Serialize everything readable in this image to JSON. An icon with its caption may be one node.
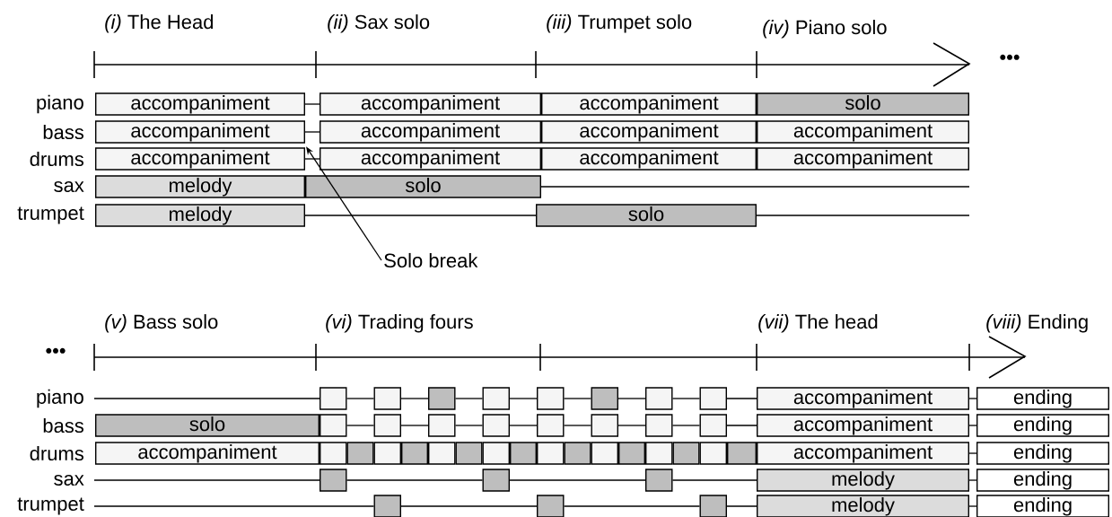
{
  "diagram": {
    "nodes": [
      {
        "text": [
          "accompaniment"
        ]
      },
      {
        "text": [
          "accompaniment"
        ]
      },
      {
        "text": [
          "accompaniment"
        ]
      },
      {
        "text": [
          "solo"
        ]
      },
      {
        "text": [
          "accompaniment"
        ]
      },
      {
        "text": [
          "accompaniment"
        ]
      },
      {
        "text": [
          "accompaniment"
        ]
      },
      {
        "text": [
          "accompaniment"
        ]
      },
      {
        "text": [
          "accompaniment"
        ]
      },
      {
        "text": [
          "accompaniment"
        ]
      },
      {
        "text": [
          "accompaniment"
        ]
      },
      {
        "text": [
          "accompaniment"
        ]
      },
      {
        "text": [
          "melody"
        ]
      },
      {
        "text": [
          "solo"
        ]
      },
      {
        "text": [
          "melody"
        ]
      },
      {
        "text": [
          "solo"
        ]
      },
      {
        "text": [
          "Solo break"
        ]
      },
      {
        "text": [],
        "shape": "box"
      },
      {
        "text": [],
        "shape": "box"
      },
      {
        "text": [],
        "shape": "box"
      },
      {
        "text": [],
        "shape": "box"
      },
      {
        "text": [],
        "shape": "box"
      },
      {
        "text": [],
        "shape": "box"
      },
      {
        "text": [],
        "shape": "box"
      },
      {
        "text": [],
        "shape": "box"
      },
      {
        "text": [
          "accompaniment"
        ]
      },
      {
        "text": [
          "ending"
        ]
      },
      {
        "text": [
          "solo"
        ]
      },
      {
        "text": [],
        "shape": "box"
      },
      {
        "text": [],
        "shape": "box"
      },
      {
        "text": [],
        "shape": "box"
      },
      {
        "text": [],
        "shape": "box"
      },
      {
        "text": [],
        "shape": "box"
      },
      {
        "text": [],
        "shape": "box"
      },
      {
        "text": [],
        "shape": "box"
      },
      {
        "text": [],
        "shape": "box"
      },
      {
        "text": [
          "accompaniment"
        ]
      },
      {
        "text": [
          "ending"
        ]
      },
      {
        "text": [
          "accompaniment"
        ]
      },
      {
        "text": [],
        "shape": "box"
      },
      {
        "text": [],
        "shape": "box"
      },
      {
        "text": [],
        "shape": "box"
      },
      {
        "text": [],
        "shape": "box"
      },
      {
        "text": [],
        "shape": "box"
      },
      {
        "text": [],
        "shape": "box"
      },
      {
        "text": [],
        "shape": "box"
      },
      {
        "text": [],
        "shape": "box"
      },
      {
        "text": [],
        "shape": "box"
      },
      {
        "text": [],
        "shape": "box"
      },
      {
        "text": [],
        "shape": "box"
      },
      {
        "text": [],
        "shape": "box"
      },
      {
        "text": [],
        "shape": "box"
      },
      {
        "text": [],
        "shape": "box"
      },
      {
        "text": [],
        "shape": "box"
      },
      {
        "text": [],
        "shape": "box"
      },
      {
        "text": [
          "accompaniment"
        ]
      },
      {
        "text": [
          "ending"
        ]
      },
      {
        "text": [],
        "shape": "box"
      },
      {
        "text": [],
        "shape": "box"
      },
      {
        "text": [],
        "shape": "box"
      },
      {
        "text": [
          "melody"
        ]
      },
      {
        "text": [
          "ending"
        ]
      },
      {
        "text": [],
        "shape": "box"
      },
      {
        "text": [],
        "shape": "box"
      },
      {
        "text": [],
        "shape": "box"
      },
      {
        "text": [
          "melody"
        ]
      },
      {
        "text": [
          "ending"
        ]
      }
    ],
    "edges": [
      {
        "from": 0,
        "to": 1,
        "arrow": "none"
      },
      {
        "from": 4,
        "to": 5,
        "arrow": "none"
      },
      {
        "from": 8,
        "to": 9,
        "arrow": "none"
      },
      {
        "from": 13,
        "to": null,
        "arrow": "none"
      },
      {
        "from": 14,
        "to": 15,
        "arrow": "none"
      },
      {
        "from": 15,
        "to": null,
        "arrow": "none"
      },
      {
        "from": 16,
        "to": 8,
        "arrow": "to"
      },
      {
        "from": null,
        "to": 17,
        "arrow": "none"
      },
      {
        "from": 17,
        "to": 18,
        "arrow": "none"
      },
      {
        "from": 18,
        "to": 19,
        "arrow": "none"
      },
      {
        "from": 19,
        "to": 20,
        "arrow": "none"
      },
      {
        "from": 20,
        "to": 21,
        "arrow": "none"
      },
      {
        "from": 21,
        "to": 22,
        "arrow": "none"
      },
      {
        "from": 22,
        "to": 23,
        "arrow": "none"
      },
      {
        "from": 23,
        "to": 24,
        "arrow": "none"
      },
      {
        "from": 24,
        "to": 25,
        "arrow": "none"
      },
      {
        "from": 25,
        "to": 26,
        "arrow": "none"
      },
      {
        "from": 28,
        "to": 29,
        "arrow": "none"
      },
      {
        "from": 29,
        "to": 30,
        "arrow": "none"
      },
      {
        "from": 30,
        "to": 31,
        "arrow": "none"
      },
      {
        "from": 31,
        "to": 32,
        "arrow": "none"
      },
      {
        "from": 32,
        "to": 33,
        "arrow": "none"
      },
      {
        "from": 33,
        "to": 34,
        "arrow": "none"
      },
      {
        "from": 34,
        "to": 35,
        "arrow": "none"
      },
      {
        "from": 35,
        "to": 36,
        "arrow": "none"
      },
      {
        "from": 36,
        "to": 37,
        "arrow": "none"
      },
      {
        "from": 55,
        "to": 56,
        "arrow": "none"
      },
      {
        "from": null,
        "to": 57,
        "arrow": "none"
      },
      {
        "from": 57,
        "to": 58,
        "arrow": "none"
      },
      {
        "from": 58,
        "to": 59,
        "arrow": "none"
      },
      {
        "from": 59,
        "to": 60,
        "arrow": "none"
      },
      {
        "from": 60,
        "to": 61,
        "arrow": "none"
      },
      {
        "from": null,
        "to": 62,
        "arrow": "none"
      },
      {
        "from": 62,
        "to": 63,
        "arrow": "none"
      },
      {
        "from": 63,
        "to": 64,
        "arrow": "none"
      },
      {
        "from": 64,
        "to": 65,
        "arrow": "none"
      },
      {
        "from": 65,
        "to": 66,
        "arrow": "none"
      }
    ],
    "labels": [
      "*(i)* The Head",
      "*(ii)* Sax solo",
      "*(iii)* Trumpet solo",
      "*(iv)* Piano solo",
      "•••",
      "piano",
      "bass",
      "drums",
      "sax",
      "trumpet",
      "*(v)* Bass solo",
      "*(vi)* Trading fours",
      "*(vii)* The head",
      "*(viii)* Ending",
      "•••",
      "piano",
      "bass",
      "drums",
      "sax",
      "trumpet"
    ]
  }
}
